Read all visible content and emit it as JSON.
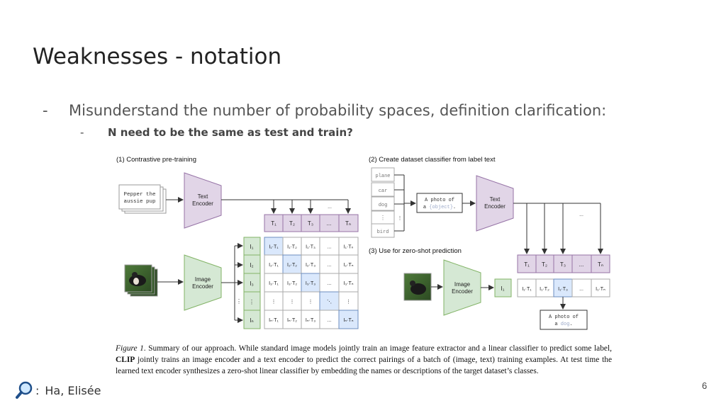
{
  "slide": {
    "title": "Weaknesses - notation",
    "bullet": "Misunderstand the number of probability spaces, definition clarification:",
    "sub_bullet": "N need to be the same as test and train?",
    "bullet_dash": "-",
    "page_number": "6",
    "author": "Ha, Elisée",
    "author_prefix": ":",
    "author_icon": "magnifier-icon"
  },
  "figure": {
    "section1_title": "(1) Contrastive pre-training",
    "section2_title": "(2) Create dataset classifier from label text",
    "section3_title": "(3) Use for zero-shot prediction",
    "input_text_line1": "Pepper the",
    "input_text_line2": "aussie pup",
    "text_encoder": [
      "Text",
      "Encoder"
    ],
    "image_encoder": [
      "Image",
      "Encoder"
    ],
    "text_tokens": [
      "T₁",
      "T₂",
      "T₃",
      "...",
      "Tₙ"
    ],
    "image_tokens": [
      "I₁",
      "I₂",
      "I₃",
      "⋮",
      "Iₙ"
    ],
    "matrix": [
      [
        "I₁·T₁",
        "I₁·T₂",
        "I₁·T₃",
        "...",
        "I₁·Tₙ"
      ],
      [
        "I₂·T₁",
        "I₂·T₂",
        "I₂·T₃",
        "...",
        "I₂·Tₙ"
      ],
      [
        "I₃·T₁",
        "I₃·T₂",
        "I₃·T₃",
        "...",
        "I₃·Tₙ"
      ],
      [
        "⋮",
        "⋮",
        "⋮",
        "⋱",
        "⋮"
      ],
      [
        "Iₙ·T₁",
        "Iₙ·T₂",
        "Iₙ·T₃",
        "...",
        "Iₙ·Tₙ"
      ]
    ],
    "labels": [
      "plane",
      "car",
      "dog",
      "⋮",
      "bird"
    ],
    "prompt_line1": "A photo of",
    "prompt_line2_pre": "a ",
    "prompt_line2_obj": "{object}",
    "prompt_line2_post": ".",
    "output_line1": "A photo of",
    "output_line2_pre": "a ",
    "output_line2_obj": "dog",
    "output_line2_post": ".",
    "zs_image_token": "I₁",
    "zs_text_tokens": [
      "T₁",
      "T₂",
      "T₃",
      "...",
      "Tₙ"
    ],
    "zs_products": [
      "I₁·T₁",
      "I₁·T₂",
      "I₁·T₃",
      "...",
      "I₁·Tₙ"
    ],
    "ellipsis": "...",
    "colors": {
      "purple": "#e1d5e7",
      "purple_stroke": "#9673a6",
      "green": "#d5e8d4",
      "green_stroke": "#82b366",
      "blue": "#dae8fc",
      "blue_stroke": "#6c8ebf"
    }
  },
  "caption": {
    "label": "Figure 1",
    "text_1": ". Summary of our approach. While standard image models jointly train an image feature extractor and a linear classifier to predict some label, ",
    "bold": "CLIP",
    "text_2": " jointly trains an image encoder and a text encoder to predict the correct pairings of a batch of (image, text) training examples. At test time the learned text encoder synthesizes a zero-shot linear classifier by embedding the names or descriptions of the target dataset’s classes."
  }
}
